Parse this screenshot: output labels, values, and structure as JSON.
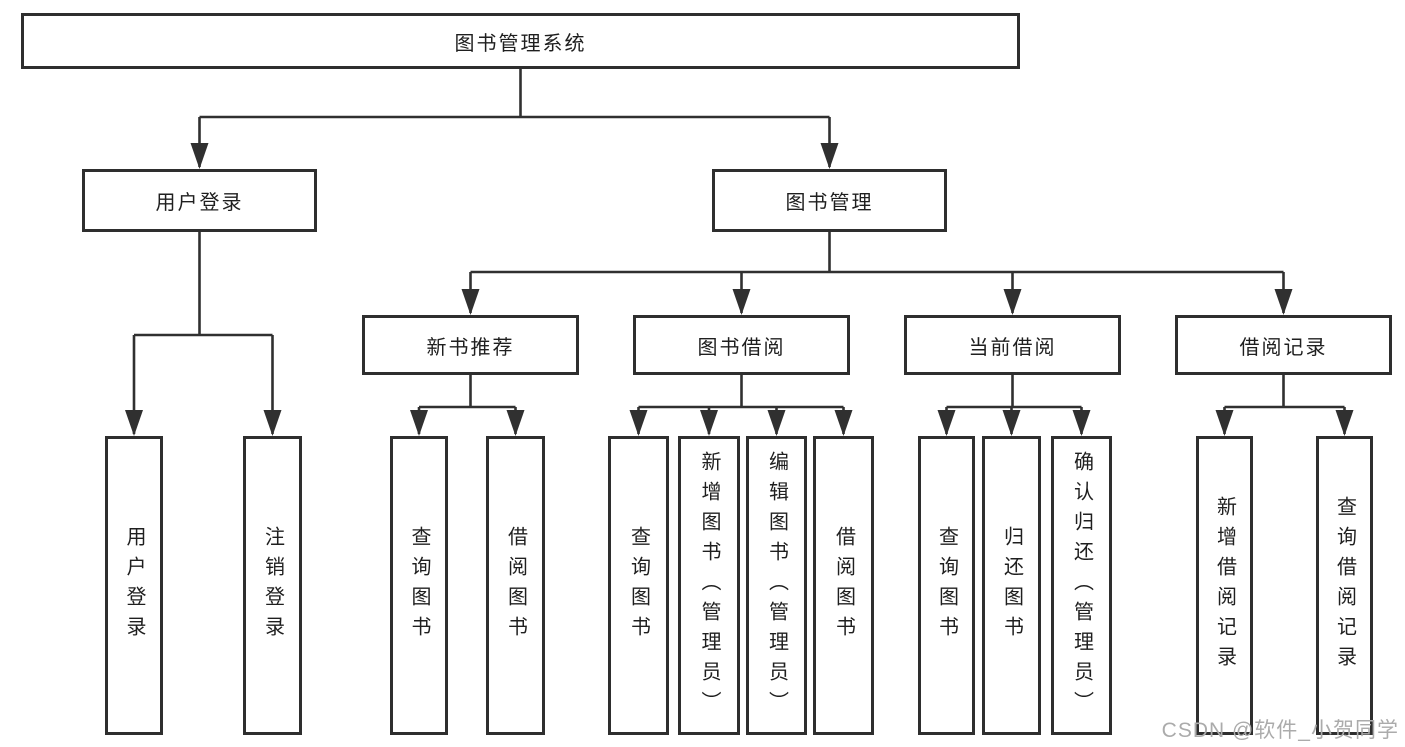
{
  "diagram": {
    "type": "tree",
    "title": "图书管理系统",
    "structure": {
      "图书管理系统": [
        "用户登录",
        "图书管理"
      ],
      "用户登录": [
        "用户登录",
        "注销登录"
      ],
      "图书管理": [
        "新书推荐",
        "图书借阅",
        "当前借阅",
        "借阅记录"
      ],
      "新书推荐": [
        "查询图书",
        "借阅图书"
      ],
      "图书借阅": [
        "查询图书",
        "新增图书（管理员）",
        "编辑图书（管理员）",
        "借阅图书"
      ],
      "当前借阅": [
        "查询图书",
        "归还图书",
        "确认归还（管理员）"
      ],
      "借阅记录": [
        "新增借阅记录",
        "查询借阅记录"
      ]
    }
  },
  "nodes": {
    "root": "图书管理系统",
    "l2": [
      "用户登录",
      "图书管理"
    ],
    "l3": [
      "新书推荐",
      "图书借阅",
      "当前借阅",
      "借阅记录"
    ],
    "leaves": [
      "用户登录",
      "注销登录",
      "查询图书",
      "借阅图书",
      "查询图书",
      "新增图书（管理员）",
      "编辑图书（管理员）",
      "借阅图书",
      "查询图书",
      "归还图书",
      "确认归还（管理员）",
      "新增借阅记录",
      "查询借阅记录"
    ]
  },
  "watermark": {
    "text": "CSDN @软件_小贺同学"
  },
  "colors": {
    "line": "#303030",
    "border": "#2e2e2e",
    "text": "#1f1f1f",
    "watermark": "#ababab",
    "background": "#ffffff"
  }
}
